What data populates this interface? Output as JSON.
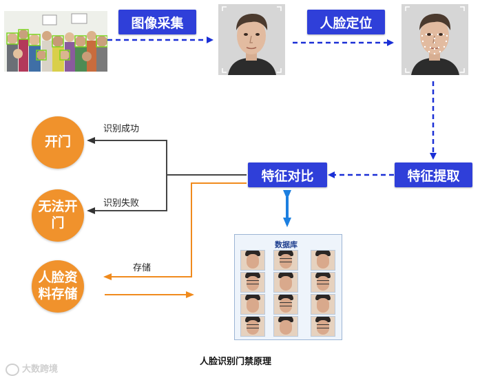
{
  "nodes": {
    "capture": "图像采集",
    "locate": "人脸定位",
    "extract": "特征提取",
    "compare": "特征对比",
    "open": "开门",
    "cannot_open_line1": "无法开",
    "cannot_open_line2": "门",
    "store_line1": "人脸资",
    "store_line2": "料存储"
  },
  "edges": {
    "success": "识别成功",
    "fail": "识别失败",
    "store": "存储"
  },
  "database": {
    "title": "数据库"
  },
  "caption": "人脸识别门禁原理",
  "watermark": "大数跨境",
  "colors": {
    "blue_box": "#2f3fd9",
    "orange_circle": "#f0922c",
    "dashed_arrow": "#1a2fd6",
    "orange_line": "#f08a1c",
    "gray_line": "#444444",
    "double_arrow": "#1c7fe0"
  }
}
